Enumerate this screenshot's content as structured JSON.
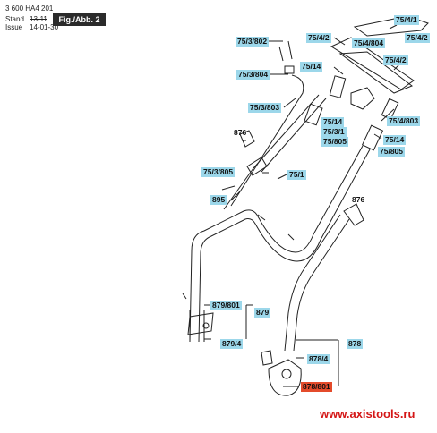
{
  "header": {
    "doc_number": "3 600 HA4 201",
    "stand_label": "Stand",
    "issue_label": "Issue",
    "stand_value_struck": "13-11",
    "issue_value": "14-01-30",
    "figure_label": "Fig./Abb. 2"
  },
  "callouts": [
    {
      "id": "c1",
      "text": "75/3/802",
      "style": "blue"
    },
    {
      "id": "c2",
      "text": "75/3/804",
      "style": "blue"
    },
    {
      "id": "c3",
      "text": "75/3/803",
      "style": "blue"
    },
    {
      "id": "c4",
      "text": "876",
      "style": "plain"
    },
    {
      "id": "c5",
      "text": "75/3/805",
      "style": "blue"
    },
    {
      "id": "c6",
      "text": "895",
      "style": "blue"
    },
    {
      "id": "c7",
      "text": "75/1",
      "style": "blue"
    },
    {
      "id": "c8",
      "text": "75/4/2",
      "style": "blue"
    },
    {
      "id": "c9",
      "text": "75/4/804",
      "style": "blue"
    },
    {
      "id": "c10",
      "text": "75/4/1",
      "style": "blue"
    },
    {
      "id": "c11",
      "text": "75/4/2",
      "style": "blue"
    },
    {
      "id": "c12",
      "text": "75/4/2",
      "style": "blue"
    },
    {
      "id": "c13",
      "text": "75/14",
      "style": "blue"
    },
    {
      "id": "c14",
      "text": "75/14",
      "style": "blue"
    },
    {
      "id": "c15",
      "text": "75/3/1",
      "style": "blue"
    },
    {
      "id": "c16",
      "text": "75/805",
      "style": "blue"
    },
    {
      "id": "c17",
      "text": "75/4/803",
      "style": "blue"
    },
    {
      "id": "c18",
      "text": "75/14",
      "style": "blue"
    },
    {
      "id": "c19",
      "text": "75/805",
      "style": "blue"
    },
    {
      "id": "c20",
      "text": "876",
      "style": "plain"
    },
    {
      "id": "c21",
      "text": "879/801",
      "style": "blue"
    },
    {
      "id": "c22",
      "text": "879",
      "style": "blue"
    },
    {
      "id": "c23",
      "text": "879/4",
      "style": "blue"
    },
    {
      "id": "c24",
      "text": "878",
      "style": "blue"
    },
    {
      "id": "c25",
      "text": "878/4",
      "style": "blue"
    },
    {
      "id": "c26",
      "text": "878/801",
      "style": "red"
    }
  ],
  "watermark": "www.axistools.ru"
}
